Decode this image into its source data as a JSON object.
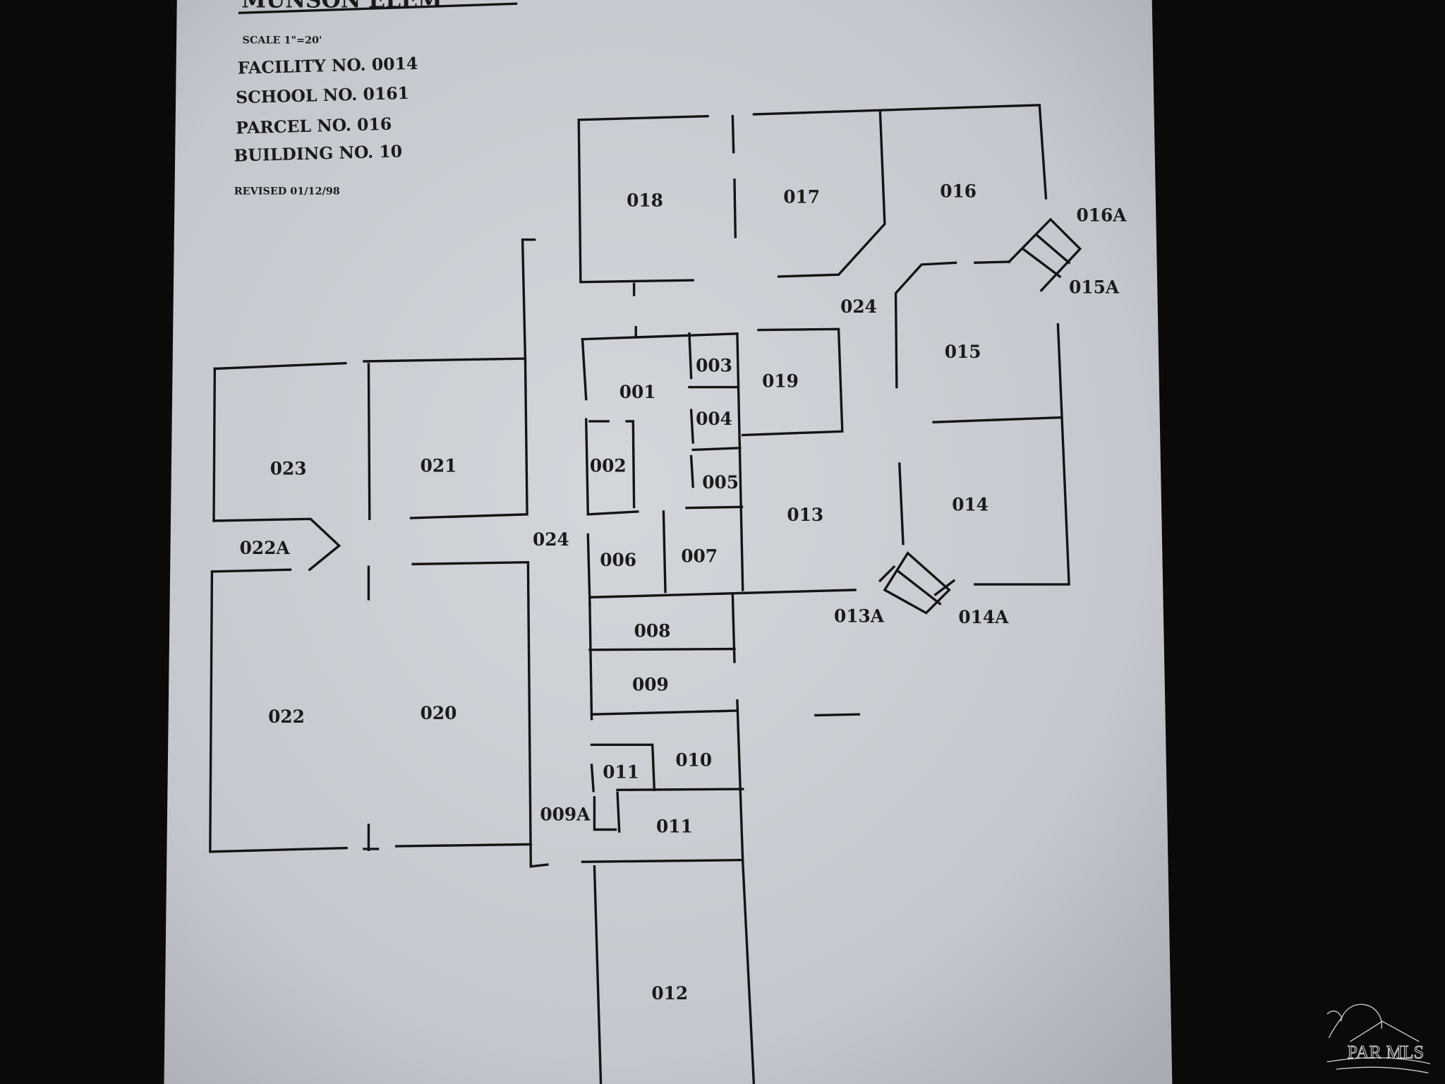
{
  "title": "MUNSON ELEM",
  "header": {
    "scale": "SCALE 1\"=20'",
    "facility": "FACILITY NO. 0014",
    "school": "SCHOOL NO. 0161",
    "parcel": "PARCEL NO. 016",
    "building": "BUILDING NO. 10",
    "revised": "REVISED 01/12/98"
  },
  "rooms": {
    "r018": "018",
    "r017": "017",
    "r016": "016",
    "r016a": "016A",
    "r015a": "015A",
    "r024_top": "024",
    "r015": "015",
    "r001": "001",
    "r003": "003",
    "r019": "019",
    "r004": "004",
    "r023": "023",
    "r021": "021",
    "r002": "002",
    "r005": "005",
    "r013": "013",
    "r014": "014",
    "r022a": "022A",
    "r024_mid": "024",
    "r006": "006",
    "r007": "007",
    "r013a": "013A",
    "r014a": "014A",
    "r008": "008",
    "r009": "009",
    "r022": "022",
    "r020": "020",
    "r010": "010",
    "r011_a": "011",
    "r009a": "009A",
    "r011_b": "011",
    "r012": "012"
  },
  "watermark": "PAR MLS",
  "colors": {
    "paper": "#c9ccd1",
    "background": "#0c0909",
    "ink": "#141414"
  }
}
